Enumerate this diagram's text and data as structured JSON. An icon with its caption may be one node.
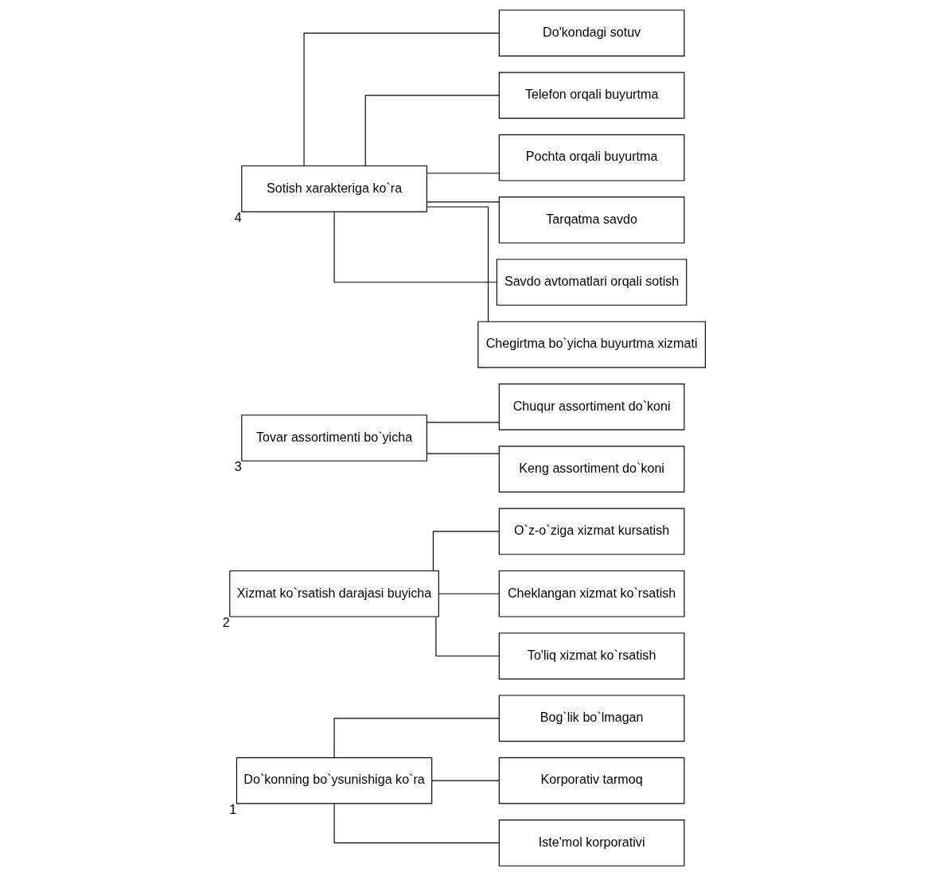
{
  "diagram": {
    "nodes": [
      {
        "text": [
          "Do`konning bo`ysunishiga ko`ra"
        ],
        "beside": [
          "1"
        ]
      },
      {
        "text": [
          "Bog`lik bo`lmagan"
        ]
      },
      {
        "text": [
          "Korporativ tarmoq"
        ]
      },
      {
        "text": [
          "Iste'mol korporativi"
        ]
      },
      {
        "text": [
          "Xizmat ko`rsatish darajasi buyicha"
        ],
        "beside": [
          "2"
        ]
      },
      {
        "text": [
          "O`z-o`ziga xizmat kursatish"
        ]
      },
      {
        "text": [
          "Cheklangan xizmat ko`rsatish"
        ]
      },
      {
        "text": [
          "To'liq xizmat ko`rsatish"
        ]
      },
      {
        "text": [
          "Tovar assortimenti bo`yicha"
        ],
        "beside": [
          "3"
        ]
      },
      {
        "text": [
          "Chuqur assortiment do`koni"
        ]
      },
      {
        "text": [
          "Keng assortiment do`koni"
        ]
      },
      {
        "text": [
          "Sotish xarakteriga ko`ra"
        ],
        "beside": [
          "4"
        ]
      },
      {
        "text": [
          "Do'kondagi sotuv"
        ]
      },
      {
        "text": [
          "Telefon orqali buyurtma"
        ]
      },
      {
        "text": [
          "Pochta orqali buyurtma"
        ]
      },
      {
        "text": [
          "Tarqatma savdo"
        ]
      },
      {
        "text": [
          "Savdo avtomatlari orqali sotish"
        ]
      },
      {
        "text": [
          "Chegirtma bo`yicha buyurtma xizmati"
        ]
      }
    ],
    "edges": [
      {
        "from": 0,
        "to": 1,
        "arrow": "none"
      },
      {
        "from": 0,
        "to": 2,
        "arrow": "none"
      },
      {
        "from": 0,
        "to": 3,
        "arrow": "none"
      },
      {
        "from": 4,
        "to": 5,
        "arrow": "none"
      },
      {
        "from": 4,
        "to": 6,
        "arrow": "none"
      },
      {
        "from": 4,
        "to": 7,
        "arrow": "none"
      },
      {
        "from": 8,
        "to": 9,
        "arrow": "none"
      },
      {
        "from": 8,
        "to": 10,
        "arrow": "none"
      },
      {
        "from": 11,
        "to": 12,
        "arrow": "none"
      },
      {
        "from": 11,
        "to": 13,
        "arrow": "none"
      },
      {
        "from": 11,
        "to": 14,
        "arrow": "none"
      },
      {
        "from": 11,
        "to": 15,
        "arrow": "none"
      },
      {
        "from": 11,
        "to": 16,
        "arrow": "none"
      },
      {
        "from": 11,
        "to": 17,
        "arrow": "none"
      }
    ]
  }
}
